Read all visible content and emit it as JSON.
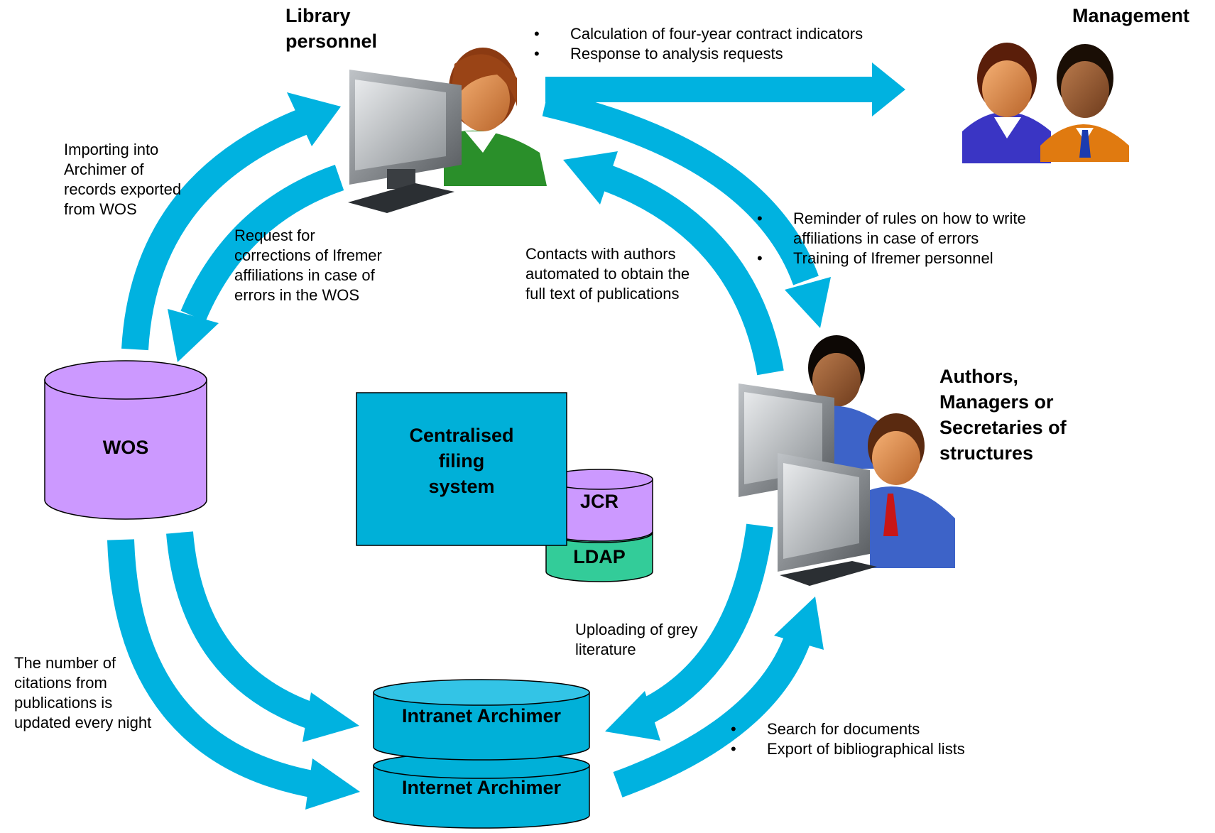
{
  "actors": {
    "library": "Library\npersonnel",
    "management": "Management",
    "authors": "Authors,\nManagers or\nSecretaries of\nstructures"
  },
  "systems": {
    "wos": "WOS",
    "central": "Centralised\nfiling\nsystem",
    "jcr": "JCR",
    "ldap": "LDAP",
    "intranet": "Intranet Archimer",
    "internet": "Internet Archimer"
  },
  "labels": {
    "import": "Importing into\nArchimer of\nrecords exported\nfrom WOS",
    "corrections": "Request for\ncorrections of Ifremer\naffiliations in case of\nerrors in the WOS",
    "contacts": "Contacts with authors\nautomated to obtain the\nfull text of publications",
    "grey": "Uploading of grey\nliterature",
    "citations": "The number of\ncitations from\npublications is\nupdated every night"
  },
  "bullets": {
    "management": [
      "Calculation of four-year contract indicators",
      "Response to analysis requests"
    ],
    "authors": [
      "Reminder of rules on how to write\naffiliations in case of errors",
      "Training of Ifremer personnel"
    ],
    "archimer": [
      "Search for documents",
      "Export of bibliographical lists"
    ]
  },
  "colors": {
    "arrow": "#00b2e0",
    "wos": "#cc99ff",
    "central": "#00b0d8",
    "jcr": "#cc99ff",
    "ldap": "#33cc99",
    "archimer": "#00b0d8"
  }
}
